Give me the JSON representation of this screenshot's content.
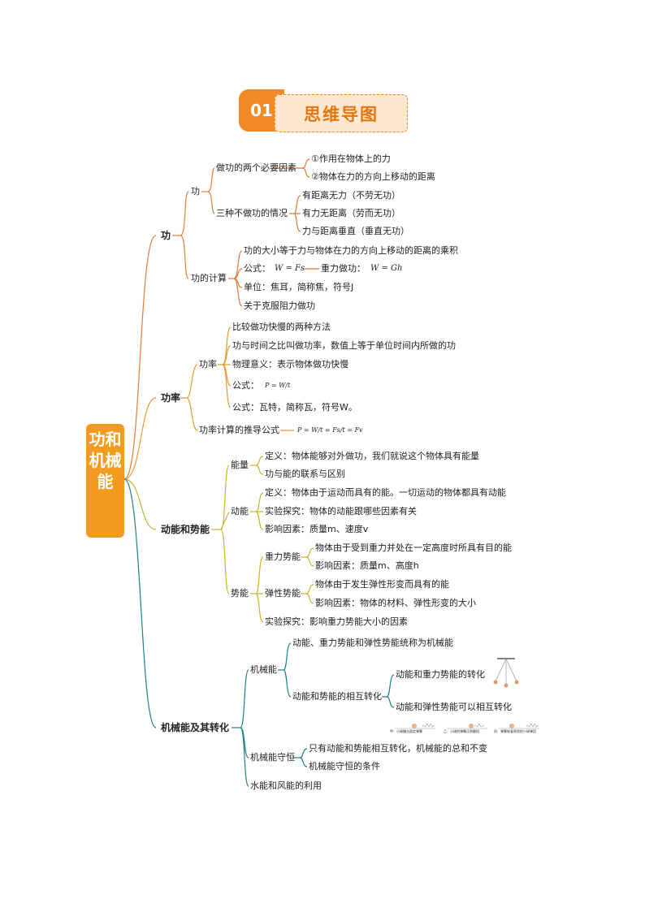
{
  "header": {
    "number": "01",
    "title": "思维导图"
  },
  "root": {
    "label": "功和机械能"
  },
  "branches": {
    "work": {
      "label": "功",
      "gong": "功",
      "two_factors": "做功的两个必要因素",
      "factor1": "①作用在物体上的力",
      "factor2": "②物体在力的方向上移动的距离",
      "three_cases": "三种不做功的情况",
      "case1": "有距离无力（不劳无功）",
      "case2": "有力无距离（劳而无功）",
      "case3": "力与距离垂直（垂直无功）",
      "calc": "功的计算",
      "calc1": "功的大小等于力与物体在力的方向上移动的距离的乘积",
      "formula_label": "公式：",
      "formula": "W = Fs",
      "gravity_label": "重力做功：",
      "gravity_formula": "W = Gh",
      "unit": "单位：焦耳，简称焦，符号J",
      "resist": "关于克服阻力做功"
    },
    "power": {
      "label": "功率",
      "gonglv": "功率",
      "p1": "比较做功快慢的两种方法",
      "p2": "功与时间之比叫做功率，数值上等于单位时间内所做的功",
      "p3": "物理意义：表示物体做功快慢",
      "formula_label": "公式：",
      "formula": "P = W/t",
      "unit": "公式：瓦特，简称瓦，符号W。",
      "derive": "功率计算的推导公式",
      "derive_formula": "P = W/t = Fs/t = Fv"
    },
    "energy": {
      "label": "动能和势能",
      "nengliang": "能量",
      "n1": "定义：物体能够对外做功，我们就说这个物体具有能量",
      "n2": "功与能的联系与区别",
      "dongneng": "动能",
      "d1": "定义：物体由于运动而具有的能。一切运动的物体都具有动能",
      "d2": "实验探究：物体的动能跟哪些因素有关",
      "d3": "影响因素：质量m、速度v",
      "shineng": "势能",
      "zhongli": "重力势能",
      "z1": "物体由于受到重力并处在一定高度时所具有目的能",
      "z2": "影响因素：质量m、高度h",
      "tanxing": "弹性势能",
      "t1": "物体由于发生弹性形变而具有的能",
      "t2": "影响因素：物体的材料、弹性形变的大小",
      "s3": "实验探究：影响重力势能大小的因素"
    },
    "mechanical": {
      "label": "机械能及其转化",
      "jixieneng": "机械能",
      "j1": "动能、重力势能和弹性势能统称为机械能",
      "j2": "动能和势能的相互转化",
      "j2a": "动能和重力势能的转化",
      "j2b": "动能和弹性势能可以相互转化",
      "cap_a": "甲：小球撞击固定弹簧",
      "cap_b": "乙：小球把弹簧压到最短",
      "cap_c": "丙：弹簧恢复原状把小球弹回",
      "conserve": "机械能守恒",
      "c1": "只有动能和势能相互转化，机械能的总和不变",
      "c2": "机械能守恒的条件",
      "water": "水能和风能的利用"
    }
  },
  "colors": {
    "orange": "#f08a24",
    "work": "#e07b39",
    "power": "#e49a2e",
    "energy": "#c9b52c",
    "mech": "#1e7f84"
  }
}
